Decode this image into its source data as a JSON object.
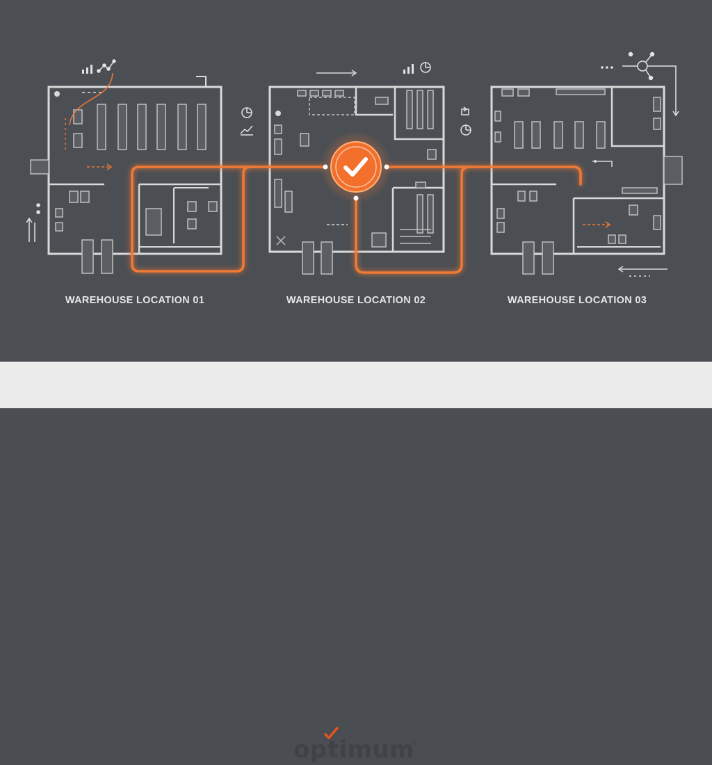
{
  "locations": [
    {
      "label": "WAREHOUSE LOCATION 01"
    },
    {
      "label": "WAREHOUSE LOCATION 02"
    },
    {
      "label": "WAREHOUSE LOCATION 03"
    }
  ],
  "brand": {
    "name": "optimum",
    "mark": "®"
  },
  "icons": [
    "bar-chart-icon",
    "line-chart-icon",
    "pie-chart-icon",
    "network-icon",
    "checkmark-icon",
    "trend-icon",
    "arrow-icon"
  ],
  "colors": {
    "background": "#4b4e53",
    "line": "#d8d8d8",
    "accent": "#f07a36",
    "footer": "#ececec",
    "logo": "#3f4247"
  }
}
